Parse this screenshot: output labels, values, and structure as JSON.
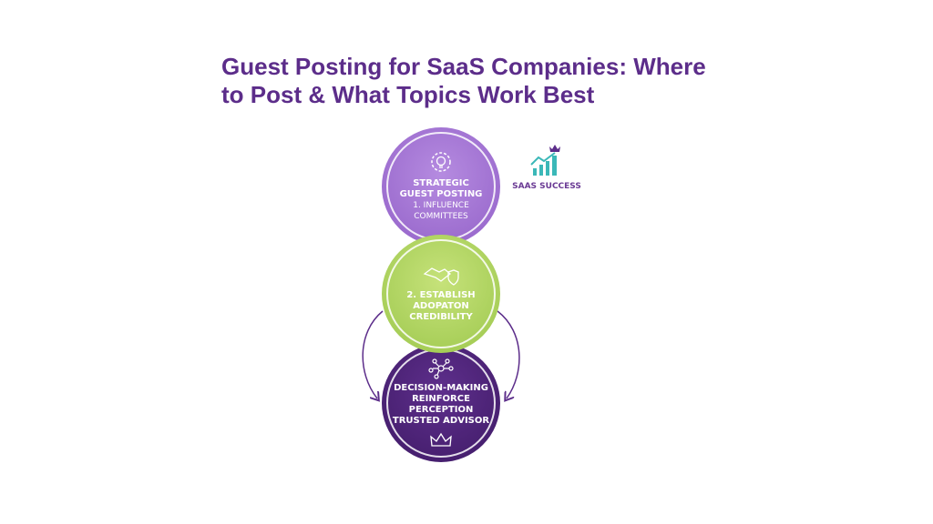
{
  "title": "Guest Posting for SaaS Companies: Where to Post & What Topics Work Best",
  "steps": [
    {
      "icon": "lightbulb-gear-icon",
      "line1": "STRATEGIC",
      "line2": "GUEST POSTING",
      "line3": "1. INFLUENCE",
      "line4": "COMMITTEES",
      "color": "#9d6cd0"
    },
    {
      "icon": "handshake-shield-icon",
      "line1": "2. ESTABLISH",
      "line2": "ADOPATON",
      "line3": "CREDIBILITY",
      "color": "#a9d05c"
    },
    {
      "icon": "network-icon",
      "line1": "DECISION-MAKING",
      "line2": "REINFORCE PERCEPTION",
      "line3": "TRUSTED ADVISOR",
      "icon2": "crown-icon",
      "color": "#4a2174"
    }
  ],
  "logo": {
    "text": "SAAS SUCCESS",
    "icon": "growth-chart-crown-icon",
    "accent": "#3bb8b8"
  }
}
